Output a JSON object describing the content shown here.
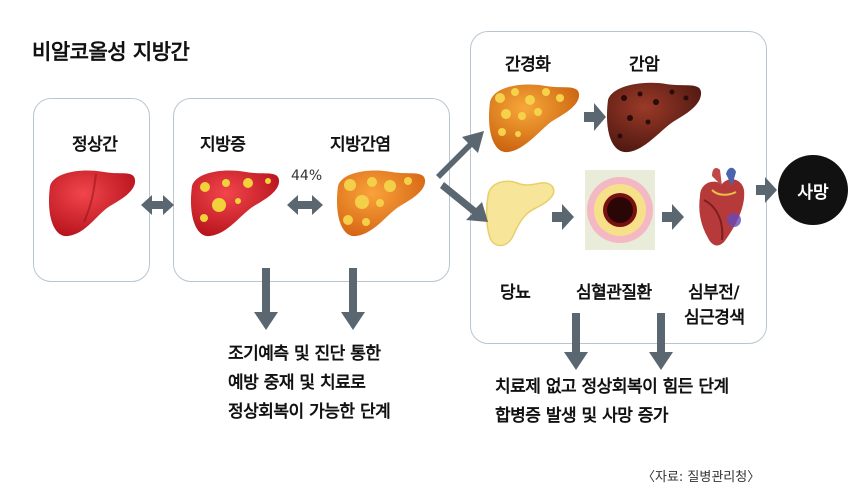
{
  "title": "비알코올성 지방간",
  "stages": {
    "normal": "정상간",
    "fatty": "지방증",
    "steatohepatitis": "지방간염",
    "cirrhosis": "간경화",
    "cancer": "간암",
    "diabetes": "당뇨",
    "cardiovascular": "심혈관질환",
    "heart_failure_line1": "심부전/",
    "heart_failure_line2": "심근경색",
    "death": "사망"
  },
  "progression_rate": "44%",
  "early_note": [
    "조기예측 및 진단 통한",
    "예방 중재 및 치료로",
    "정상회복이 가능한 단계"
  ],
  "late_note": [
    "치료제 없고 정상회복이 힘든 단계",
    "합병증 발생 및 사망 증가"
  ],
  "source": "〈자료: 질병관리청〉",
  "colors": {
    "arrow": "#5b6770",
    "box_border": "#b9c6cf",
    "liver_normal": "#d8202a",
    "fat": "#f2d23a",
    "death_bg": "#111111"
  }
}
